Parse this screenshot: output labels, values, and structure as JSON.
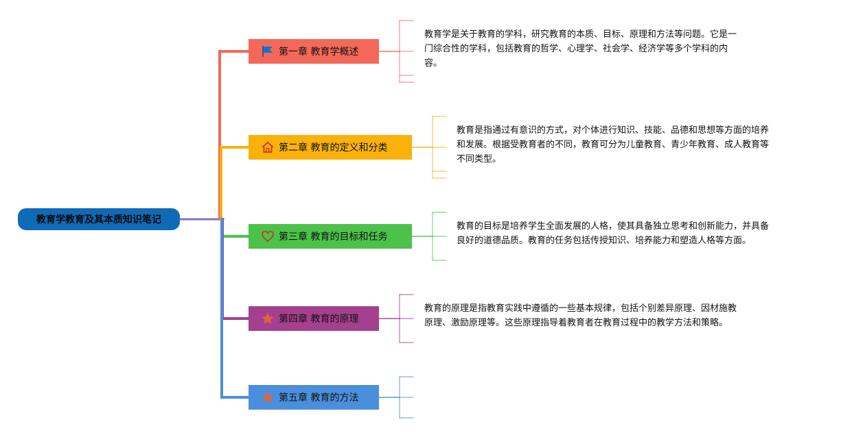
{
  "root": {
    "title": "教育学教育及其本质知识笔记",
    "color": "#0f6ab8"
  },
  "branches": [
    {
      "label": "第一章 教育学概述",
      "icon": "flag-icon",
      "color": "#f4685a",
      "note": "教育学是关于教育的学科，研究教育的本质、目标、原理和方法等问题。它是一\n门综合性的学科，包括教育的哲学、心理学、社会学、经济学等多个学科的内\n容。"
    },
    {
      "label": "第二章 教育的定义和分类",
      "icon": "home-icon",
      "color": "#f9b10b",
      "note": "教育是指通过有意识的方式，对个体进行知识、技能、品德和思想等方面的培养\n和发展。根据受教育者的不同，教育可分为儿童教育、青少年教育、成人教育等\n不同类型。"
    },
    {
      "label": "第三章 教育的目标和任务",
      "icon": "heart-icon",
      "color": "#4cc24a",
      "note": "教育的目标是培养学生全面发展的人格，使其具备独立思考和创新能力，并具备\n良好的道德品质。教育的任务包括传授知识、培养能力和塑造人格等方面。"
    },
    {
      "label": "第四章 教育的原理",
      "icon": "star-icon",
      "color": "#a5408f",
      "note": "教育的原理是指教育实践中遵循的一些基本规律，包括个别差异原理、因材施教\n原理、激励原理等。这些原理指导着教育者在教育过程中的教学方法和策略。"
    },
    {
      "label": "第五章 教育的方法",
      "icon": "star-icon",
      "color": "#4a8fdc",
      "note": ""
    }
  ],
  "trunk_color": "#7f72c6"
}
